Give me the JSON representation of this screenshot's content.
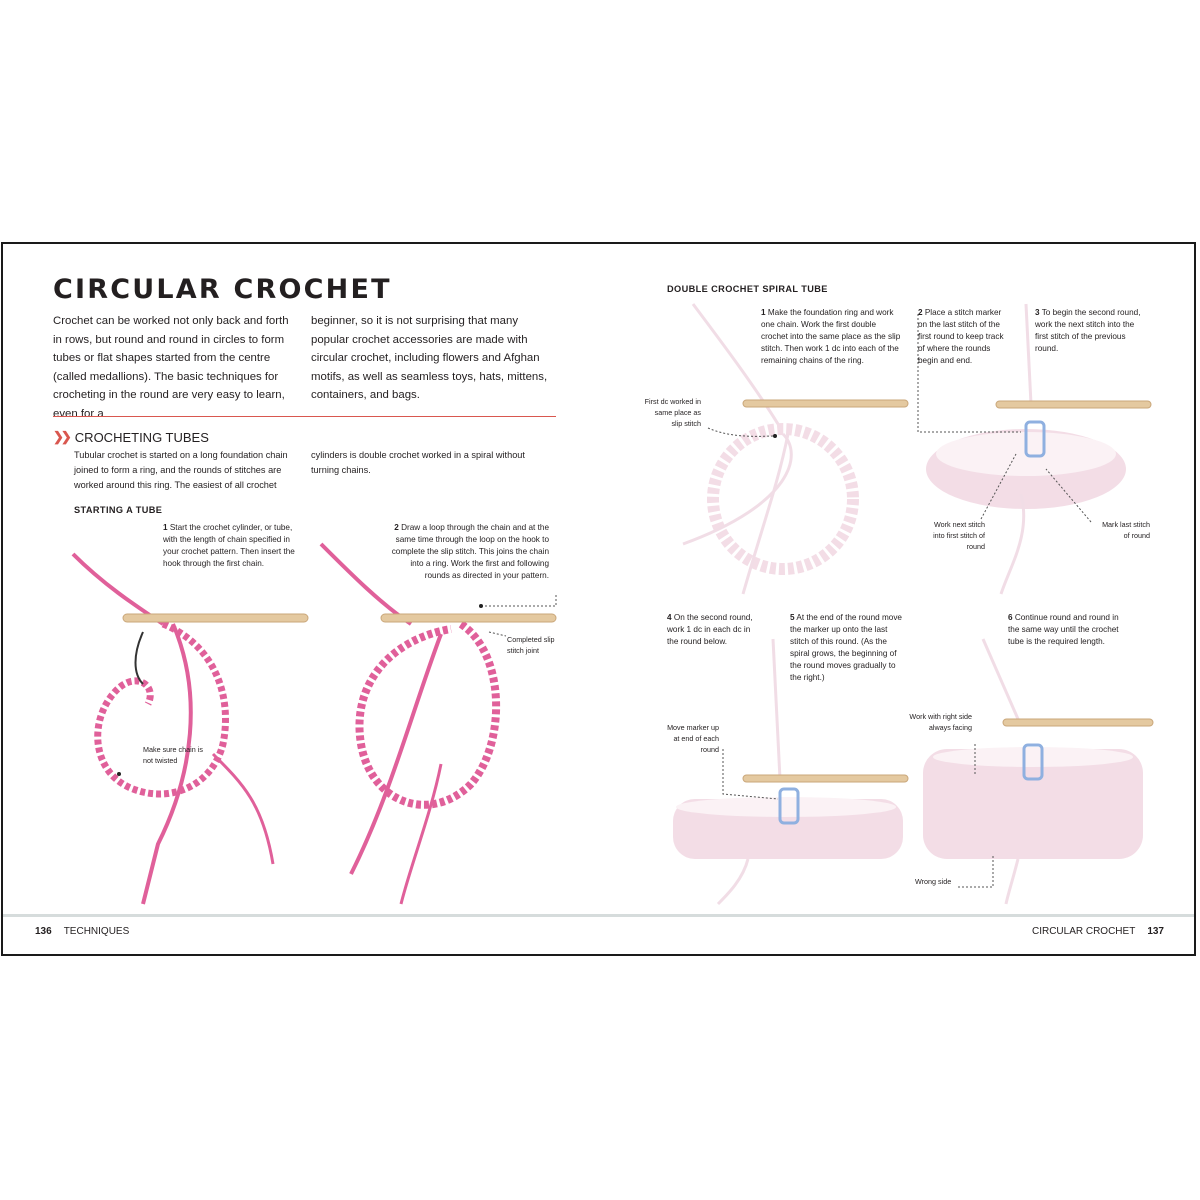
{
  "title": "CIRCULAR CROCHET",
  "intro": {
    "left": "Crochet can be worked not only back and forth in rows, but round and round in circles to form tubes or flat shapes started from the centre (called medallions). The basic techniques for crocheting in the round are very easy to learn, even for a",
    "right": "beginner, so it is not surprising that many popular crochet accessories are made with circular crochet, including flowers and Afghan motifs, as well as seamless toys, hats, mittens, containers, and bags."
  },
  "crocheting_tubes": {
    "heading": "CROCHETING TUBES",
    "text_left": "Tubular crochet is started on a long foundation chain joined to form a ring, and the rounds of stitches are worked around this ring. The easiest of all crochet",
    "text_right": "cylinders is double crochet worked in a spiral without turning chains."
  },
  "starting_tube": {
    "heading": "STARTING A TUBE",
    "step1_num": "1",
    "step1": "Start the crochet cylinder, or tube, with the length of chain specified in your crochet pattern. Then insert the hook through the first chain.",
    "step2_num": "2",
    "step2": "Draw a loop through the chain and at the same time through the loop on the hook to complete the slip stitch. This joins the chain into a ring. Work the first and following rounds as directed in your pattern.",
    "ann_twist": "Make sure chain is not twisted",
    "ann_joint": "Completed slip stitch joint"
  },
  "spiral_tube": {
    "heading": "DOUBLE CROCHET SPIRAL TUBE",
    "steps": [
      {
        "num": "1",
        "text": "Make the foundation ring and work one chain. Work the first double crochet into the same place as the slip stitch. Then work 1 dc into each of the remaining chains of the ring."
      },
      {
        "num": "2",
        "text": "Place a stitch marker on the last stitch of the first round to keep track of where the rounds begin and end."
      },
      {
        "num": "3",
        "text": "To begin the second round, work the next stitch into the first stitch of the previous round."
      },
      {
        "num": "4",
        "text": "On the second round, work 1 dc in each dc in the round below."
      },
      {
        "num": "5",
        "text": "At the end of the round move the marker up onto the last stitch of this round. (As the spiral grows, the beginning of the round moves gradually to the right.)"
      },
      {
        "num": "6",
        "text": "Continue round and round in the same way until the crochet tube is the required length."
      }
    ],
    "ann_first_dc": "First dc worked in same place as slip stitch",
    "ann_next_stitch": "Work next stitch into first stitch of round",
    "ann_mark_last": "Mark last stitch of round",
    "ann_move_marker": "Move marker up at end of each round",
    "ann_right_side": "Work with right side always facing",
    "ann_wrong_side": "Wrong side"
  },
  "footer": {
    "left_page": "136",
    "left_section": "TECHNIQUES",
    "right_section": "CIRCULAR CROCHET",
    "right_page": "137"
  },
  "colors": {
    "accent_red": "#d9574f",
    "yarn_pink": "#e0609a",
    "yarn_light_pink": "#f3dde6",
    "hook": "#e4c9a0",
    "marker_blue": "#8fb0e0"
  },
  "icon_names": [
    "double-chevron-icon",
    "crochet-hook-icon",
    "stitch-marker-icon"
  ]
}
